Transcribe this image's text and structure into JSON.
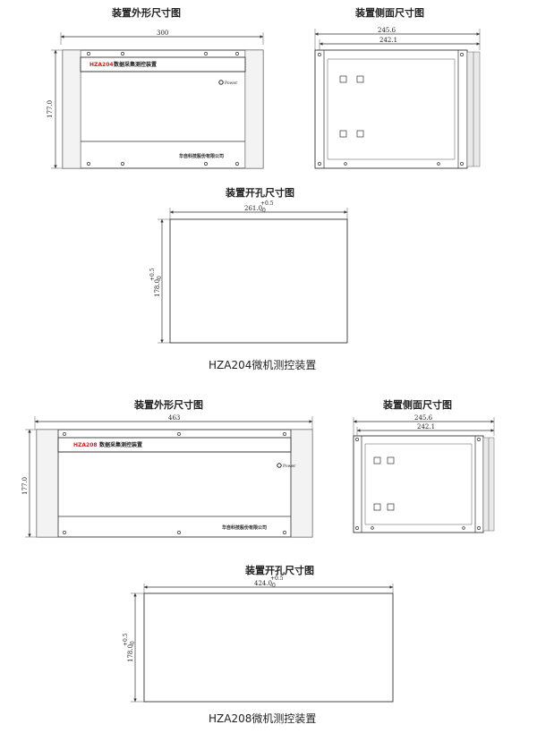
{
  "hza204": {
    "title_front": "装置外形尺寸图",
    "title_side": "装置侧面尺寸图",
    "title_cutout": "装置开孔尺寸图",
    "caption": "HZA204微机测控装置",
    "front_width": "300",
    "front_height": "177.0",
    "side_outer": "245.6",
    "side_inner": "242.1",
    "cutout_width": "261.0",
    "cutout_height": "178.0",
    "tol_plus": "+0.5",
    "tol_minus": "-0",
    "model_label": "HZA204",
    "product_name": "数据采集测控装置",
    "power_label": "Power",
    "company": "华自科技股份有限公司"
  },
  "hza208": {
    "title_front": "装置外形尺寸图",
    "title_side": "装置侧面尺寸图",
    "title_cutout": "装置开孔尺寸图",
    "caption": "HZA208微机测控装置",
    "front_width": "463",
    "front_height": "177.0",
    "side_outer": "245.6",
    "side_inner": "242.1",
    "cutout_width": "424.0",
    "cutout_height": "178.0",
    "tol_plus": "+0.5",
    "tol_minus": "-0",
    "model_label": "HZA208",
    "product_name": "数据采集测控装置",
    "power_label": "Power",
    "company": "华自科技股份有限公司"
  },
  "colors": {
    "model_label": "#cc2222",
    "line": "#333333"
  }
}
